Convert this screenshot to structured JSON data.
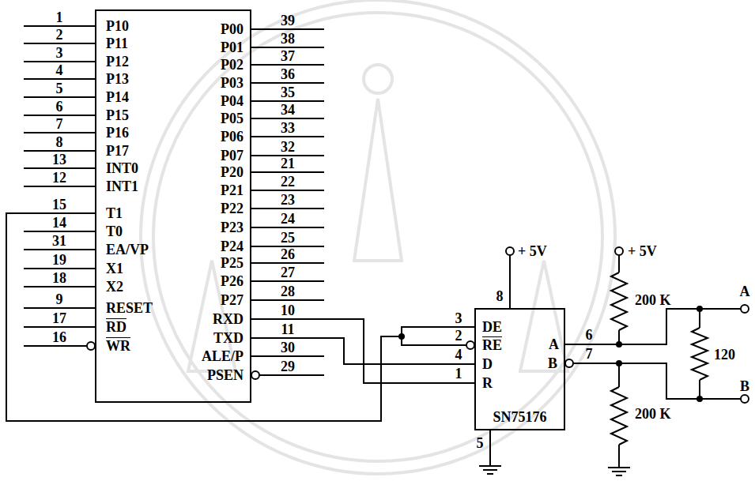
{
  "diagram": {
    "nodes": [
      {
        "text": [
          "P10",
          "P11",
          "P12",
          "P13",
          "P14",
          "P15",
          "P16",
          "P17",
          "INT0",
          "INT1",
          "T1",
          "T0",
          "EA/VP",
          "X1",
          "X2",
          "RESET",
          "RD",
          "WR",
          "P00",
          "P01",
          "P02",
          "P03",
          "P04",
          "P05",
          "P06",
          "P07",
          "P20",
          "P21",
          "P22",
          "P23",
          "P24",
          "P25",
          "P26",
          "P27",
          "RXD",
          "TXD",
          "ALE/P",
          "PSEN"
        ]
      },
      {
        "text": [
          "DE",
          "RE",
          "D",
          "R",
          "A",
          "B",
          "SN75176"
        ]
      }
    ],
    "edges": [
      {
        "from": 0,
        "to": 1,
        "arrow": "none"
      },
      {
        "from": 0,
        "to": 1,
        "arrow": "none"
      },
      {
        "from": 0,
        "to": 1,
        "arrow": "none"
      }
    ],
    "labels": [
      "1",
      "2",
      "3",
      "4",
      "5",
      "6",
      "7",
      "8",
      "13",
      "12",
      "15",
      "14",
      "31",
      "19",
      "18",
      "9",
      "17",
      "16",
      "39",
      "38",
      "37",
      "36",
      "35",
      "34",
      "33",
      "32",
      "21",
      "22",
      "23",
      "24",
      "25",
      "26",
      "27",
      "28",
      "10",
      "11",
      "30",
      "29",
      "8",
      "3",
      "2",
      "4",
      "1",
      "6",
      "7",
      "5",
      "+ 5V",
      "+ 5V",
      "200 K",
      "200 K",
      "120",
      "A",
      "B"
    ]
  }
}
